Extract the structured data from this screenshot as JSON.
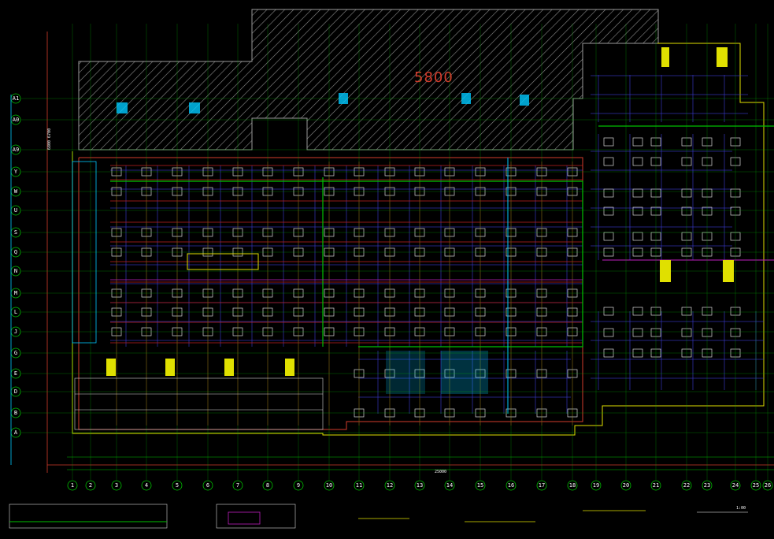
{
  "drawing": {
    "area_label": "5800",
    "title_label": "",
    "scale_label": "1:00",
    "top_dimension": "6800 6700",
    "bottom_total": "25000"
  },
  "row_axes": [
    "A1",
    "A0",
    "A9",
    "Y",
    "W",
    "U",
    "S",
    "Q",
    "N",
    "M",
    "L",
    "J",
    "G",
    "E",
    "D",
    "B",
    "A"
  ],
  "col_axes": [
    "1",
    "2",
    "3",
    "4",
    "5",
    "6",
    "7",
    "8",
    "9",
    "10",
    "11",
    "12",
    "13",
    "14",
    "15",
    "16",
    "17",
    "18",
    "19",
    "20",
    "21",
    "22",
    "23",
    "24",
    "25",
    "26"
  ],
  "colors": {
    "background": "#000000",
    "axis_grid": "#00c000",
    "wall_red": "#c02020",
    "beam_blue": "#3b3bd6",
    "duct_white": "#d8d8d8",
    "pipe_cyan": "#00c8ff",
    "magenta": "#c020c0",
    "yellow": "#e0e000",
    "hatch": "#8c8c8c"
  }
}
